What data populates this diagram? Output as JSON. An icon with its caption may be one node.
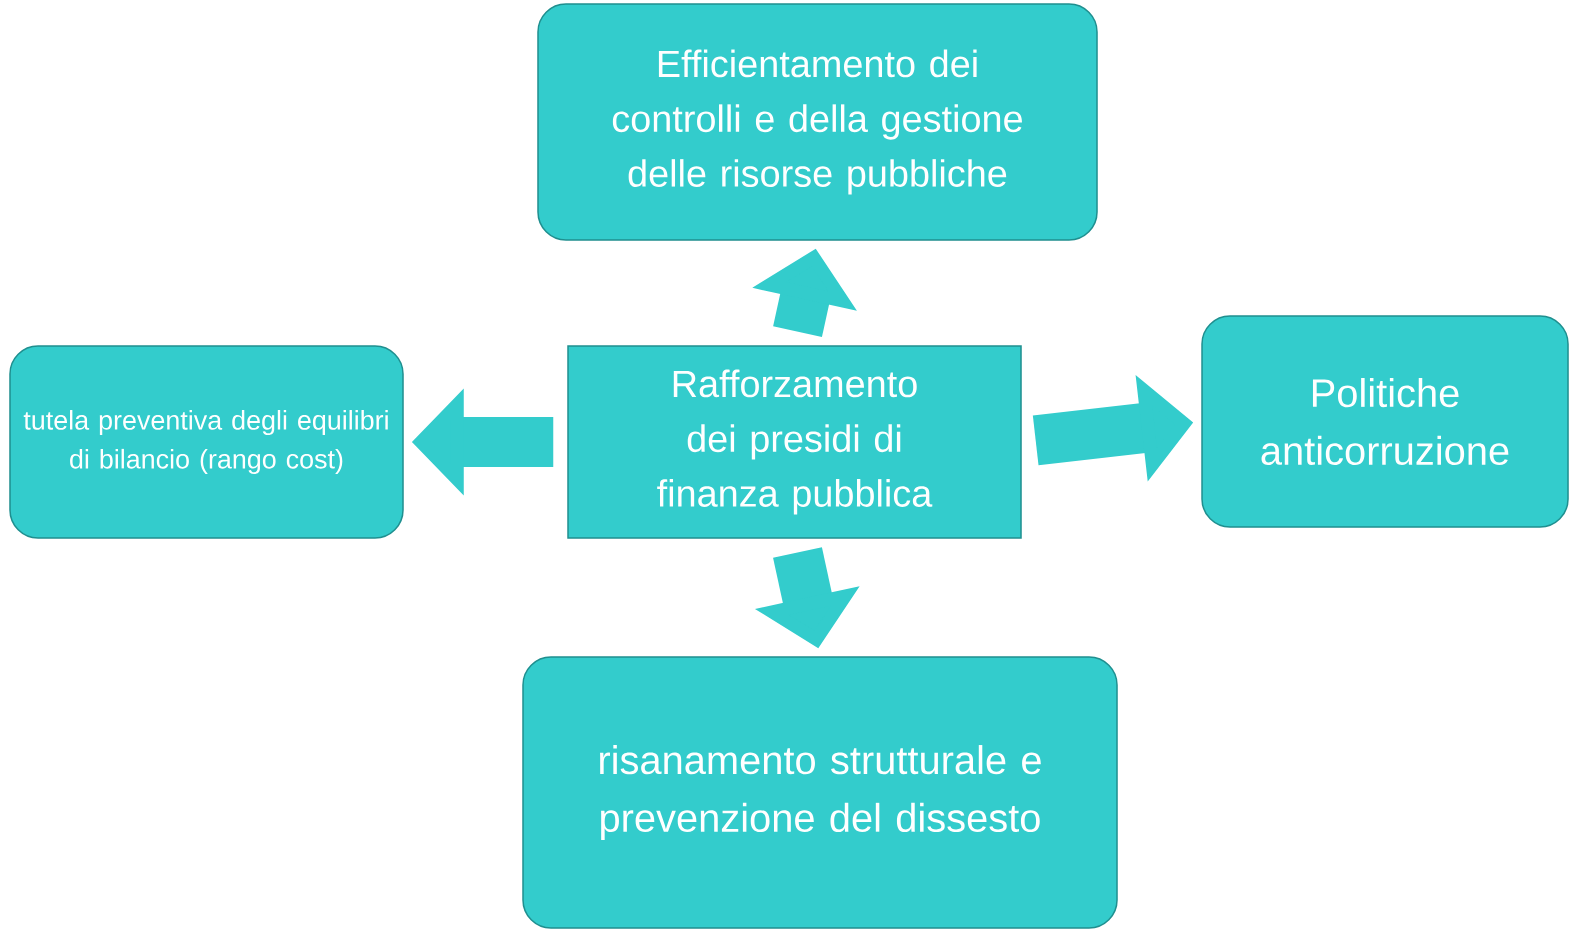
{
  "diagram": {
    "nodes": [
      {
        "text": [
          "Rafforzamento dei presidi di finanza pubblica"
        ]
      },
      {
        "text": [
          "Efficientamento dei controlli e della gestione delle risorse pubbliche"
        ]
      },
      {
        "text": [
          "tutela preventiva degli equilibri di bilancio (rango cost)"
        ]
      },
      {
        "text": [
          "Politiche anticorruzione"
        ]
      },
      {
        "text": [
          "risanamento strutturale e prevenzione del dissesto"
        ]
      }
    ],
    "edges": [
      {
        "from": 0,
        "to": 1,
        "arrow": "to"
      },
      {
        "from": 0,
        "to": 2,
        "arrow": "to"
      },
      {
        "from": 0,
        "to": 3,
        "arrow": "to"
      },
      {
        "from": 0,
        "to": 4,
        "arrow": "to"
      }
    ]
  }
}
